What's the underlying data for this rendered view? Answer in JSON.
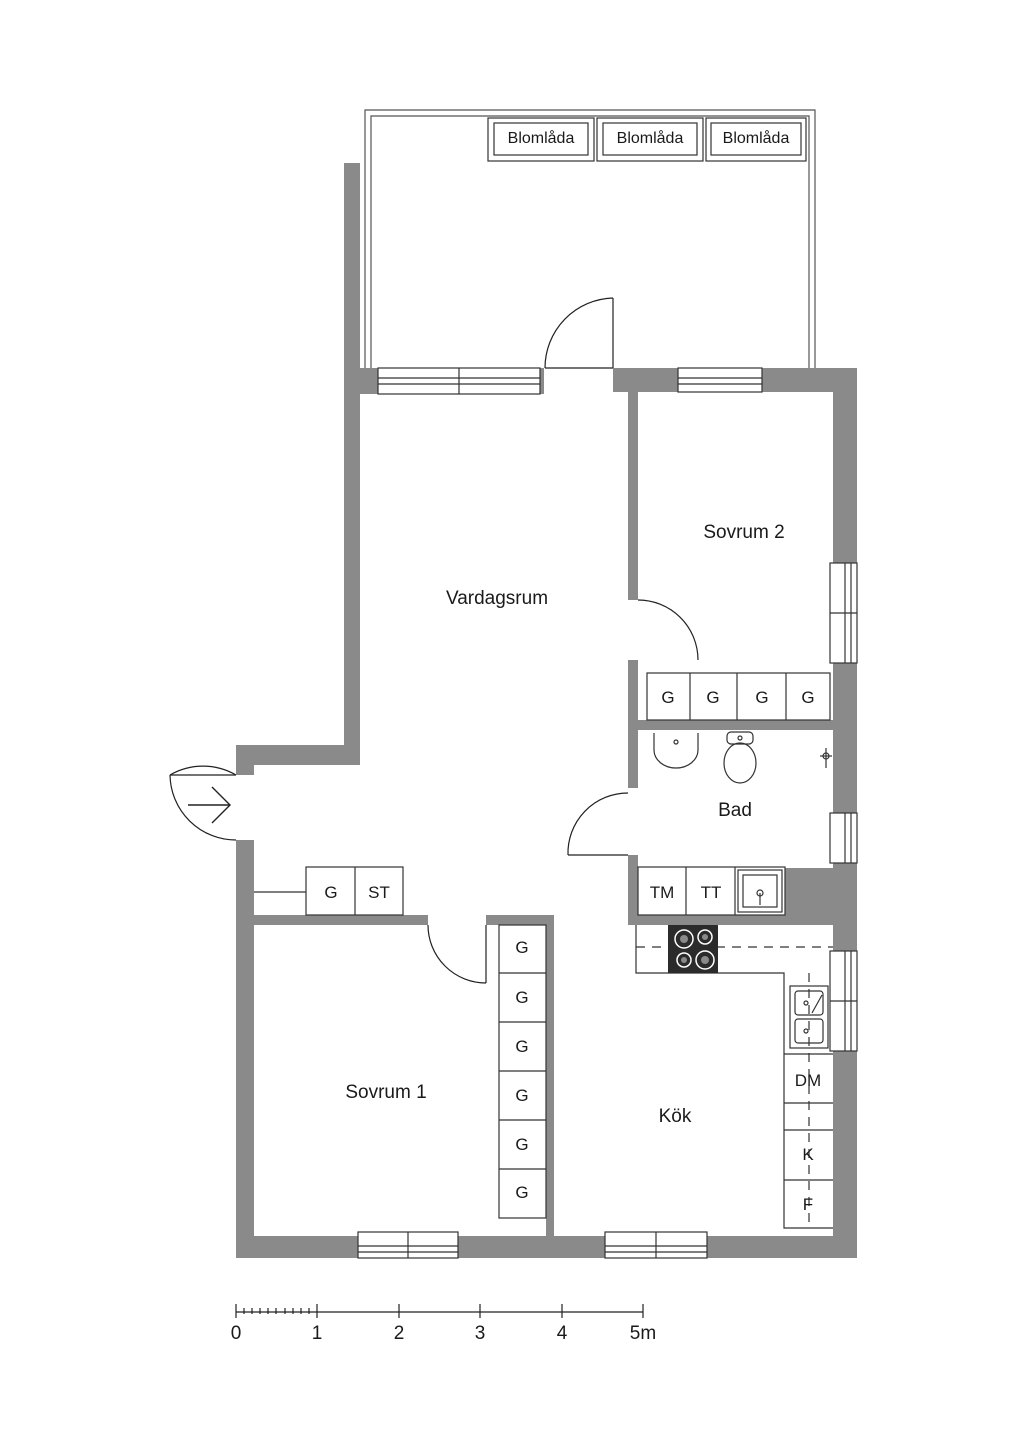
{
  "rooms": {
    "vardagsrum": "Vardagsrum",
    "sovrum_2": "Sovrum 2",
    "sovrum_1": "Sovrum 1",
    "bad": "Bad",
    "kok": "Kök"
  },
  "balcony": {
    "flower_boxes": [
      "Blomlåda",
      "Blomlåda",
      "Blomlåda"
    ]
  },
  "fixtures": {
    "sovrum_2_wardrobes": [
      "G",
      "G",
      "G",
      "G"
    ],
    "hall_storage": [
      "G",
      "ST"
    ],
    "sovrum_1_wardrobes": [
      "G",
      "G",
      "G",
      "G",
      "G",
      "G"
    ],
    "laundry": [
      "TM",
      "TT"
    ],
    "kitchen": [
      "DM",
      "K",
      "F"
    ]
  },
  "scale_bar": {
    "labels": [
      "0",
      "1",
      "2",
      "3",
      "4",
      "5m"
    ]
  },
  "colors": {
    "wall": "#8a8a8a",
    "line": "#1a1a1a",
    "stove": "#2b2b2b"
  }
}
